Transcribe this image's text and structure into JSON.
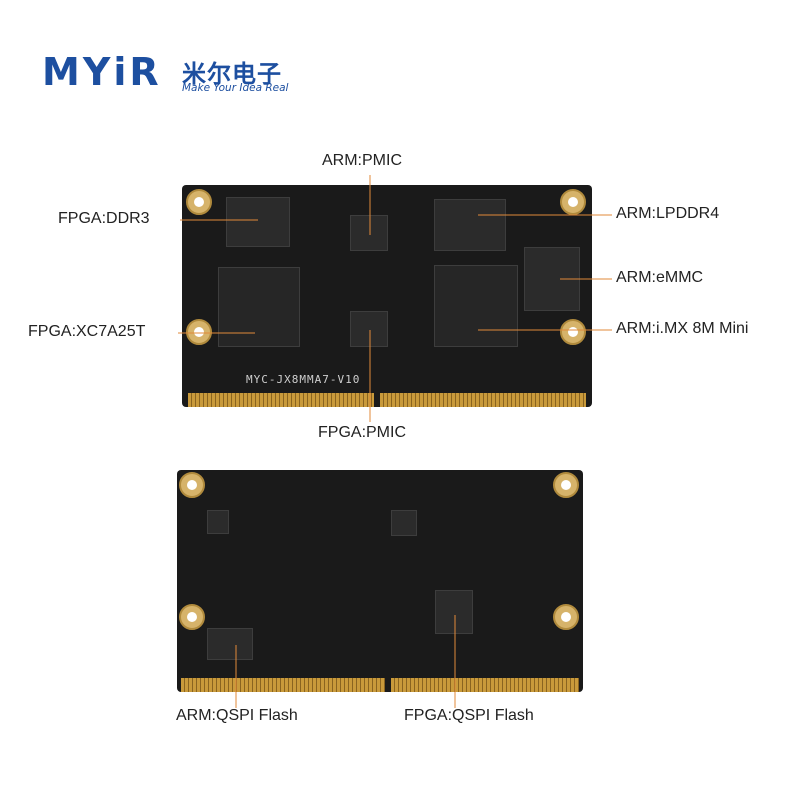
{
  "logo": {
    "main": "MYiR",
    "chinese": "米尔电子",
    "tagline": "Make Your Idea Real"
  },
  "board_top": {
    "silkscreen": "MYC-JX8MMA7-V10"
  },
  "labels": {
    "arm_pmic": "ARM:PMIC",
    "fpga_ddr3": "FPGA:DDR3",
    "arm_lpddr4": "ARM:LPDDR4",
    "arm_emmc": "ARM:eMMC",
    "fpga_xc7a25t": "FPGA:XC7A25T",
    "arm_imx8m_mini": "ARM:i.MX 8M Mini",
    "fpga_pmic": "FPGA:PMIC",
    "arm_qspi_flash": "ARM:QSPI Flash",
    "fpga_qspi_flash": "FPGA:QSPI Flash"
  },
  "colors": {
    "brand": "#1d4fa0",
    "pcb": "#1a1a1a",
    "gold": "#c99a3b",
    "leader": "#e08a3a"
  }
}
